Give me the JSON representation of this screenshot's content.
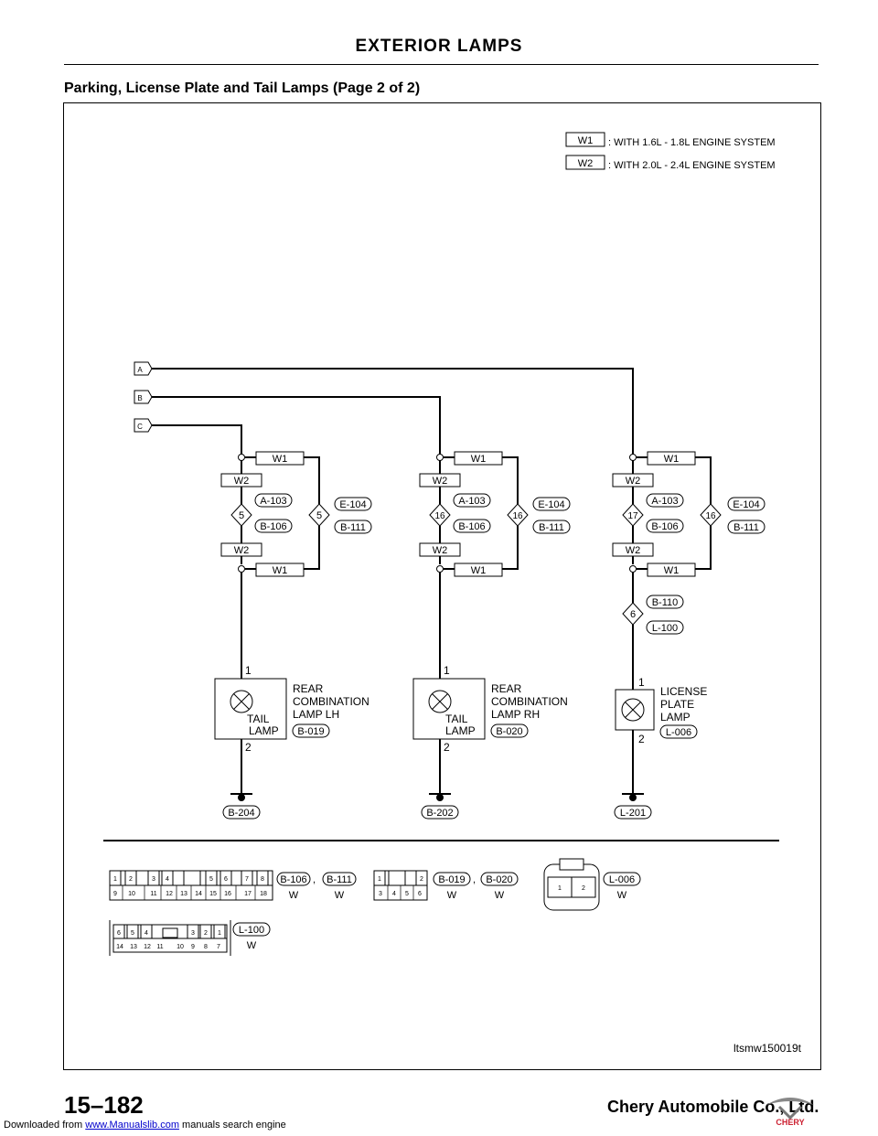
{
  "header": {
    "section_title": "EXTERIOR LAMPS",
    "subtitle": "Parking, License Plate and Tail Lamps (Page 2 of 2)"
  },
  "legend": [
    {
      "code": "W1",
      "text": ": WITH 1.6L - 1.8L ENGINE SYSTEM"
    },
    {
      "code": "W2",
      "text": ": WITH 2.0L - 2.4L ENGINE SYSTEM"
    }
  ],
  "inputs": [
    "A",
    "B",
    "C"
  ],
  "circuits": [
    {
      "top_w1": "W1",
      "top_w2": "W2",
      "pin_w2": "5",
      "pin_w1": "5",
      "conn_w2_a": "A-103",
      "conn_w2_b": "B-106",
      "conn_w1_a": "E-104",
      "conn_w1_b": "B-111",
      "bot_w2": "W2",
      "bot_w1": "W1",
      "pin_top": "1",
      "pin_bot": "2",
      "lamp_inner_1": "TAIL",
      "lamp_inner_2": "LAMP",
      "lamp_label": [
        "REAR",
        "COMBINATION",
        "LAMP LH"
      ],
      "lamp_conn": "B-019",
      "ground": "B-204"
    },
    {
      "top_w1": "W1",
      "top_w2": "W2",
      "pin_w2": "16",
      "pin_w1": "16",
      "conn_w2_a": "A-103",
      "conn_w2_b": "B-106",
      "conn_w1_a": "E-104",
      "conn_w1_b": "B-111",
      "bot_w2": "W2",
      "bot_w1": "W1",
      "pin_top": "1",
      "pin_bot": "2",
      "lamp_inner_1": "TAIL",
      "lamp_inner_2": "LAMP",
      "lamp_label": [
        "REAR",
        "COMBINATION",
        "LAMP RH"
      ],
      "lamp_conn": "B-020",
      "ground": "B-202"
    },
    {
      "top_w1": "W1",
      "top_w2": "W2",
      "pin_w2": "17",
      "pin_w1": "16",
      "conn_w2_a": "A-103",
      "conn_w2_b": "B-106",
      "conn_w1_a": "E-104",
      "conn_w1_b": "B-111",
      "bot_w2": "W2",
      "bot_w1": "W1",
      "extra_pin": "6",
      "extra_conn_a": "B-110",
      "extra_conn_b": "L-100",
      "pin_top": "1",
      "pin_bot": "2",
      "lamp_label": [
        "LICENSE",
        "PLATE",
        "LAMP"
      ],
      "lamp_conn": "L-006",
      "ground": "L-201"
    }
  ],
  "connector_views": {
    "c1": {
      "top_pins": [
        "1",
        "2",
        "3",
        "4",
        "5",
        "6",
        "7",
        "8"
      ],
      "bottom_pins": [
        "9",
        "10",
        "11",
        "12",
        "13",
        "14",
        "15",
        "16",
        "17",
        "18"
      ],
      "label_a": "B-106",
      "sep": ",",
      "label_b": "B-111",
      "color_a": "W",
      "color_b": "W"
    },
    "c2": {
      "top_pins": [
        "1",
        "2"
      ],
      "bottom_pins": [
        "3",
        "4",
        "5",
        "6"
      ],
      "label_a": "B-019",
      "sep": ",",
      "label_b": "B-020",
      "color_a": "W",
      "color_b": "W"
    },
    "c3": {
      "pins": [
        "1",
        "2"
      ],
      "label": "L-006",
      "color": "W"
    },
    "c4": {
      "top_pins": [
        "6",
        "5",
        "4",
        "3",
        "2",
        "1"
      ],
      "bottom_pins": [
        "14",
        "13",
        "12",
        "11",
        "10",
        "9",
        "8",
        "7"
      ],
      "label": "L-100",
      "color": "W"
    }
  },
  "figure_id": "ltsmw150019t",
  "footer": {
    "page_number": "15–182",
    "company": "Chery Automobile Co., Ltd.",
    "download_prefix": "Downloaded from ",
    "download_link": "www.Manualslib.com",
    "download_suffix": " manuals search engine",
    "logo_text": "CHERY"
  }
}
